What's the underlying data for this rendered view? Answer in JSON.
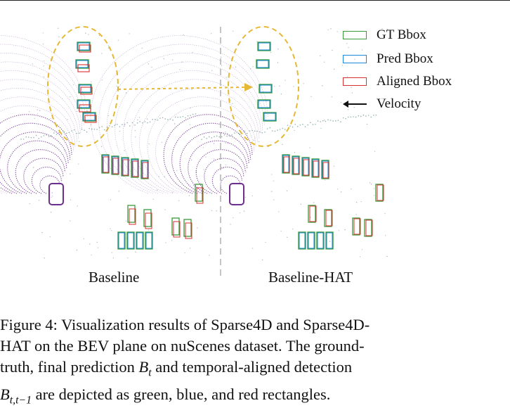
{
  "figure": {
    "panels": [
      {
        "label": "Baseline"
      },
      {
        "label": "Baseline-HAT"
      }
    ],
    "legend": [
      {
        "label": "GT Bbox",
        "color": "#3a9a3a",
        "kind": "box"
      },
      {
        "label": "Pred Bbox",
        "color": "#1e88d8",
        "kind": "box"
      },
      {
        "label": "Aligned Bbox",
        "color": "#d83030",
        "kind": "box"
      },
      {
        "label": "Velocity",
        "color": "#111111",
        "kind": "arrow"
      }
    ],
    "colors": {
      "lidar_points": "#6d2e8e",
      "highlight": "#e6b834",
      "divider": "#b0b0b0"
    }
  },
  "caption": {
    "line1": "Figure 4: Visualization results of Sparse4D and Sparse4D-",
    "line2": "HAT on the BEV plane on nuScenes dataset. The ground-",
    "line3_pre": "truth, final prediction ",
    "line3_math": "B",
    "line3_sub": "t",
    "line3_post": " and temporal-aligned detection",
    "line4_math": "B",
    "line4_sub": "t,t−1",
    "line4_post": " are depicted as green, blue, and red rectangles."
  }
}
